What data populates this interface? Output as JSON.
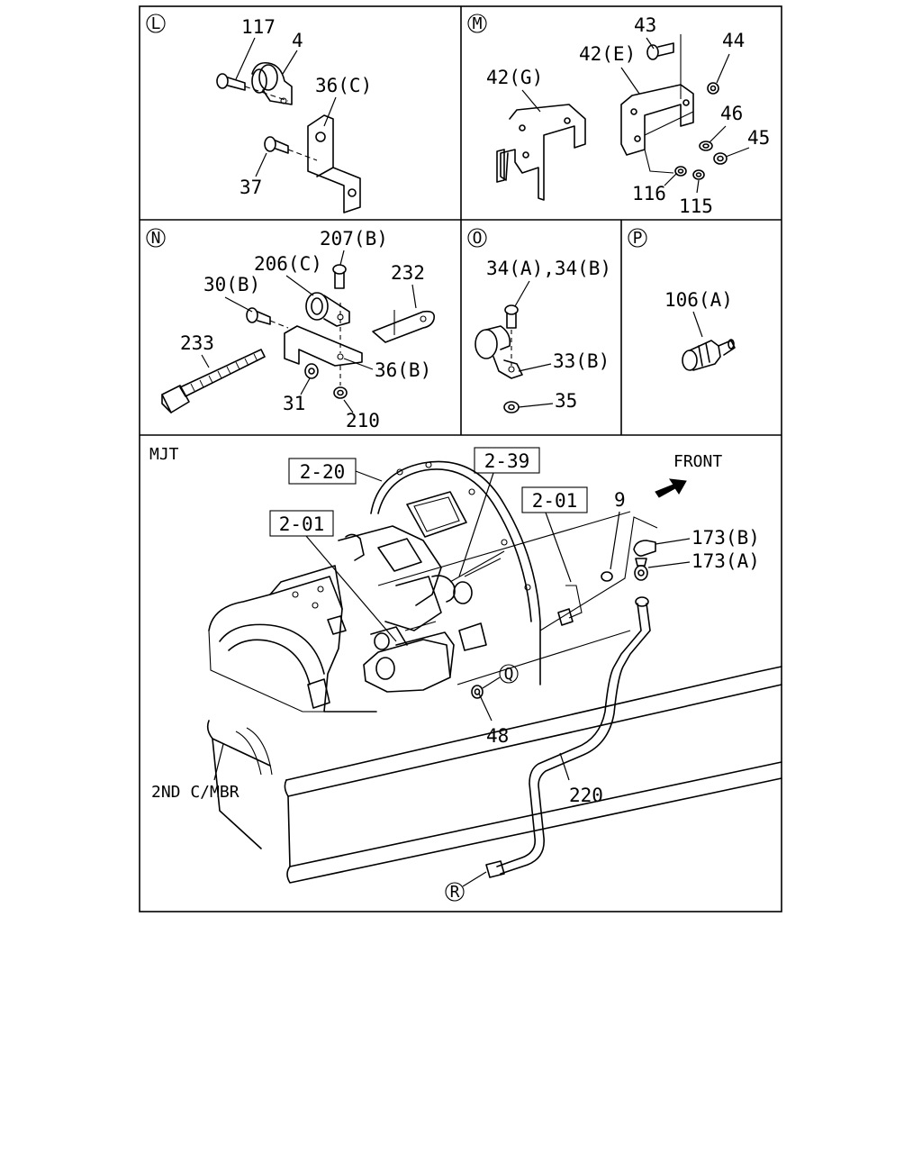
{
  "panels": {
    "L": {
      "marker": "L",
      "labels": {
        "p117": "117",
        "p4": "4",
        "p36c": "36(C)",
        "p37": "37"
      }
    },
    "M": {
      "marker": "M",
      "labels": {
        "p43": "43",
        "p44": "44",
        "p42e": "42(E)",
        "p42g": "42(G)",
        "p46": "46",
        "p45": "45",
        "p116": "116",
        "p115": "115"
      }
    },
    "N": {
      "marker": "N",
      "labels": {
        "p207b": "207(B)",
        "p206c": "206(C)",
        "p232": "232",
        "p30b": "30(B)",
        "p233": "233",
        "p36b": "36(B)",
        "p31": "31",
        "p210": "210"
      }
    },
    "O": {
      "marker": "O",
      "labels": {
        "p34ab": "34(A),34(B)",
        "p33b": "33(B)",
        "p35": "35"
      }
    },
    "P": {
      "marker": "P",
      "labels": {
        "p106a": "106(A)"
      }
    },
    "MJT": {
      "title": "MJT",
      "front": "FRONT",
      "refs": {
        "r220": "2-20",
        "r239": "2-39",
        "r201a": "2-01",
        "r201b": "2-01"
      },
      "labels": {
        "p9": "9",
        "p173b": "173(B)",
        "p173a": "173(A)",
        "p48": "48",
        "p220": "220",
        "member": "2ND C/MBR"
      },
      "markers": {
        "q": "Q",
        "r": "R"
      }
    }
  }
}
